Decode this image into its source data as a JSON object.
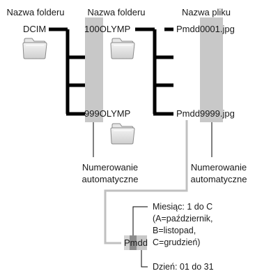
{
  "headers": {
    "folder1": "Nazwa folderu",
    "folder2": "Nazwa folderu",
    "file": "Nazwa pliku"
  },
  "root_folder": "DCIM",
  "subfolder_first": {
    "prefix": "100",
    "suffix": "OLYMP"
  },
  "subfolder_last": {
    "prefix": "999",
    "suffix": "OLYMP"
  },
  "file_first": {
    "prefix": "Pmdd",
    "number": "0001",
    "ext": ".jpg"
  },
  "file_last": {
    "prefix": "Pmdd",
    "number": "9999",
    "ext": ".jpg"
  },
  "auto_numbering_folder": [
    "Numerowanie",
    "automatyczne"
  ],
  "auto_numbering_file": [
    "Numerowanie",
    "automatyczne"
  ],
  "legend": {
    "prefix_p": "P",
    "prefix_m": "m",
    "prefix_dd": "dd",
    "month_lines": [
      "Miesiąc: 1 do C",
      "(A=październik,",
      "B=listopad,",
      "C=grudzień)"
    ],
    "day_line": "Dzień: 01 do 31"
  },
  "colors": {
    "highlight": "#c8c8c8",
    "highlight_dark": "#8c8c8c",
    "line": "#000000",
    "connector": "#c0c0c0"
  }
}
